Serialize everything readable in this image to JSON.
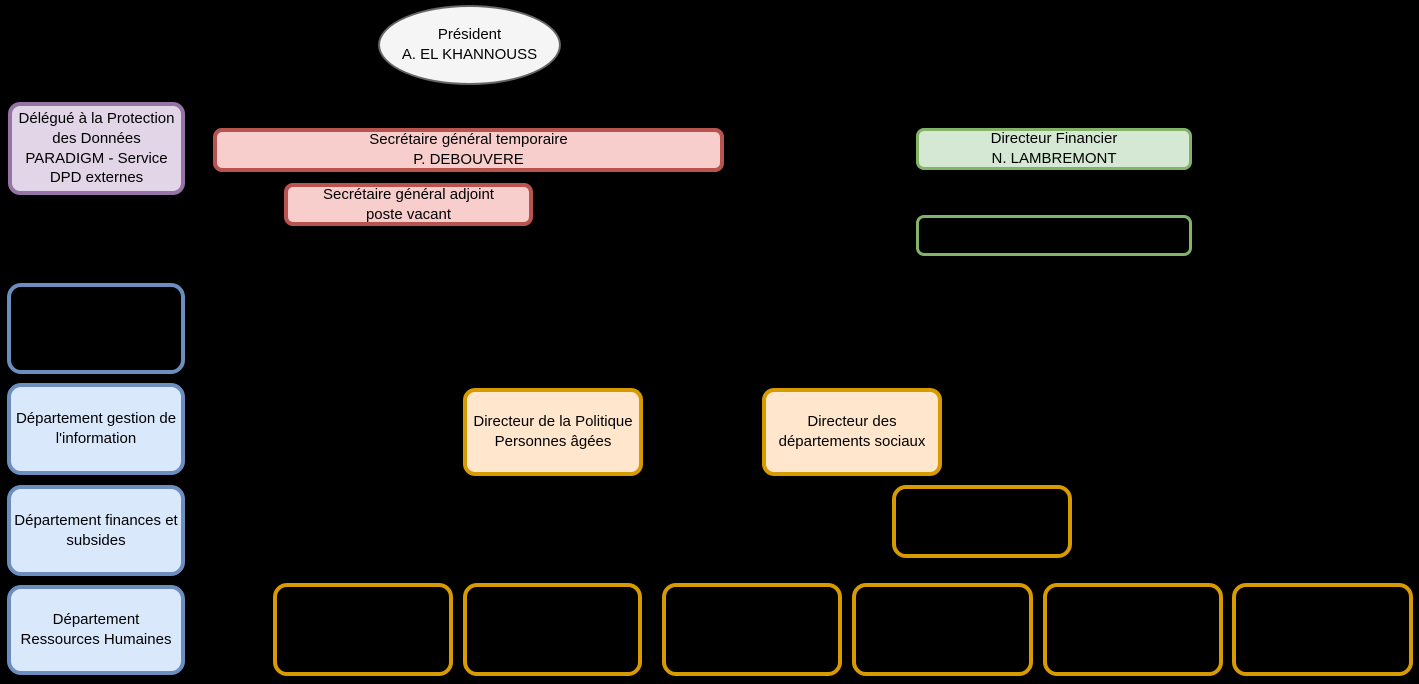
{
  "diagram": {
    "type": "org-chart",
    "background": "#000000",
    "palette": {
      "ellipse_fill": "#F5F5F5",
      "ellipse_stroke": "#666666",
      "purple_fill": "#E1D5E7",
      "purple_stroke": "#9673A6",
      "red_fill": "#F8CECC",
      "red_stroke": "#B85450",
      "green_fill": "#D5E8D4",
      "green_stroke": "#82B366",
      "blue_fill": "#DAE8FC",
      "blue_stroke": "#6C8EBF",
      "orange_fill": "#FFE6CC",
      "orange_stroke": "#D79B00",
      "text": "#000000"
    },
    "nodes": {
      "president": {
        "shape": "ellipse",
        "lines": [
          "Président",
          "A. EL KHANNOUSS"
        ]
      },
      "dpd": {
        "shape": "rounded-rect",
        "lines": [
          "Délégué à la Protection",
          "des Données",
          "PARADIGM - Service",
          "DPD externes"
        ]
      },
      "secretaire_general": {
        "shape": "rounded-rect",
        "lines": [
          "Secrétaire général temporaire",
          "P. DEBOUVERE"
        ]
      },
      "secretaire_general_adjoint": {
        "shape": "rounded-rect",
        "lines": [
          "Secrétaire général adjoint",
          "poste vacant"
        ]
      },
      "directeur_financier": {
        "shape": "rounded-rect",
        "lines": [
          "Directeur Financier",
          "N. LAMBREMONT"
        ]
      },
      "directeur_financier_sub": {
        "shape": "rounded-rect",
        "lines": []
      },
      "departement_vacant": {
        "shape": "rounded-rect",
        "lines": []
      },
      "departement_information": {
        "shape": "rounded-rect",
        "lines": [
          "Département gestion de",
          "l'information"
        ]
      },
      "departement_finances": {
        "shape": "rounded-rect",
        "lines": [
          "Département finances et",
          "subsides"
        ]
      },
      "departement_rh": {
        "shape": "rounded-rect",
        "lines": [
          "Département",
          "Ressources Humaines"
        ]
      },
      "directeur_politique_personnes_agees": {
        "shape": "rounded-rect",
        "lines": [
          "Directeur de la Politique",
          "Personnes âgées"
        ]
      },
      "directeur_departements_sociaux": {
        "shape": "rounded-rect",
        "lines": [
          "Directeur des",
          "départements sociaux"
        ]
      },
      "sociaux_sub": {
        "shape": "rounded-rect",
        "lines": []
      },
      "bottom_row_empty_count": 6
    }
  }
}
